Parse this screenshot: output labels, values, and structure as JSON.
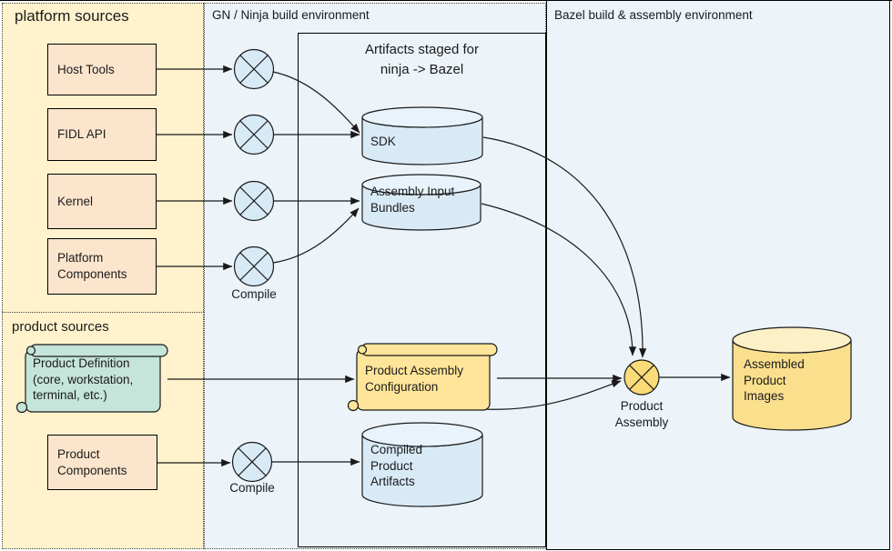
{
  "colors": {
    "platform_panel_bg": "#FFF2CD",
    "environment_panel_bg": "#ECF3F9",
    "source_box_fill": "#FCE5CD",
    "compile_node_fill": "#D9EAF7",
    "artifact_cylinder_fill": "#D9EAF7",
    "scroll_teal_fill": "#C5E4DA",
    "scroll_yellow_fill": "#FFE599",
    "assembled_cylinder_fill": "#FADF8D",
    "product_assembly_node_fill": "#FADB77"
  },
  "sources_platform": {
    "title": "platform sources",
    "boxes": {
      "host_tools": "Host Tools",
      "fidl_api": "FIDL API",
      "kernel": "Kernel",
      "platform_components": "Platform\nComponents"
    }
  },
  "sources_product": {
    "title": "product sources",
    "product_definition": "Product Definition\n(core, workstation,\nterminal, etc.)",
    "product_components": "Product\nComponents"
  },
  "gn_env": {
    "title": "GN / Ninja build environment",
    "staging_box_title": "Artifacts staged for\nninja -> Bazel",
    "compile_platform_label": "Compile",
    "compile_product_label": "Compile",
    "artifacts": {
      "sdk": "SDK",
      "assembly_input_bundles": "Assembly Input\nBundles",
      "product_assembly_configuration": "Product Assembly\nConfiguration",
      "compiled_product_artifacts": "Compiled\nProduct\nArtifacts"
    }
  },
  "bazel_env": {
    "title": "Bazel build & assembly environment",
    "product_assembly_label": "Product\nAssembly",
    "assembled_product_images": "Assembled\nProduct\nImages"
  }
}
